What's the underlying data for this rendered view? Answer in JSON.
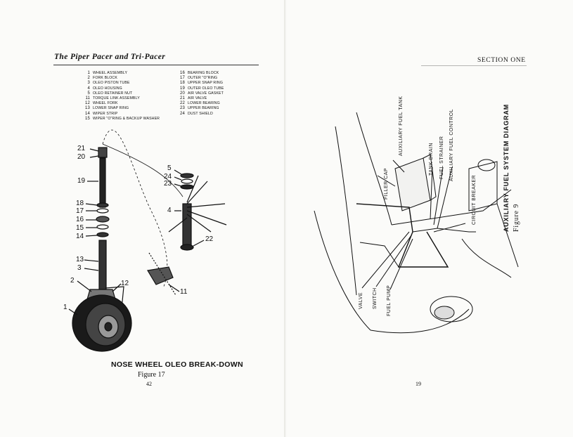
{
  "left_page": {
    "header": "The Piper Pacer and Tri-Pacer",
    "legend_col1": [
      {
        "n": "1",
        "t": "WHEEL ASSEMBLY"
      },
      {
        "n": "2",
        "t": "FORK BLOCK"
      },
      {
        "n": "3",
        "t": "OLEO PISTON TUBE"
      },
      {
        "n": "4",
        "t": "OLEO HOUSING"
      },
      {
        "n": "5",
        "t": "OLEO RETAINER NUT"
      },
      {
        "n": "11",
        "t": "TORQUE LINK ASSEMBLY"
      },
      {
        "n": "12",
        "t": "WHEEL FORK"
      },
      {
        "n": "13",
        "t": "LOWER SNAP RING"
      },
      {
        "n": "14",
        "t": "WIPER STRIP"
      },
      {
        "n": "15",
        "t": "WIPER \"O\"RING & BACKUP WASHER"
      }
    ],
    "legend_col2": [
      {
        "n": "16",
        "t": "BEARING BLOCK"
      },
      {
        "n": "17",
        "t": "OUTER \"O\"RING"
      },
      {
        "n": "18",
        "t": "UPPER SNAP RING"
      },
      {
        "n": "19",
        "t": "OUTER OLEO TUBE"
      },
      {
        "n": "20",
        "t": "AIR VALVE GASKET"
      },
      {
        "n": "21",
        "t": "AIR VALVE"
      },
      {
        "n": "22",
        "t": "LOWER BEARING"
      },
      {
        "n": "23",
        "t": "UPPER BEARING"
      },
      {
        "n": "24",
        "t": "DUST SHIELD"
      }
    ],
    "callouts": [
      "21",
      "20",
      "19",
      "18",
      "17",
      "16",
      "15",
      "14",
      "13",
      "3",
      "2",
      "12",
      "1",
      "5",
      "24",
      "23",
      "4",
      "22",
      "11"
    ],
    "figure_title": "NOSE WHEEL OLEO BREAK-DOWN",
    "figure_caption": "Figure 17",
    "page_number": "42"
  },
  "right_page": {
    "section": "SECTION ONE",
    "diagram_title": "AUXILIARY FUEL SYSTEM DIAGRAM",
    "figure_caption": "Figure 9",
    "labels_top": [
      "FILLER CAP",
      "AUXILIARY FUEL TANK",
      "TANK DRAIN",
      "FUEL STRAINER",
      "AUXILIARY FUEL CONTROL",
      "CIRCUIT BREAKER"
    ],
    "labels_bottom": [
      "VALVE",
      "SWITCH",
      "FUEL PUMP"
    ],
    "page_number": "19"
  },
  "colors": {
    "paper": "#fbfbf9",
    "ink": "#111111",
    "bleed": "#bfbcb4"
  }
}
